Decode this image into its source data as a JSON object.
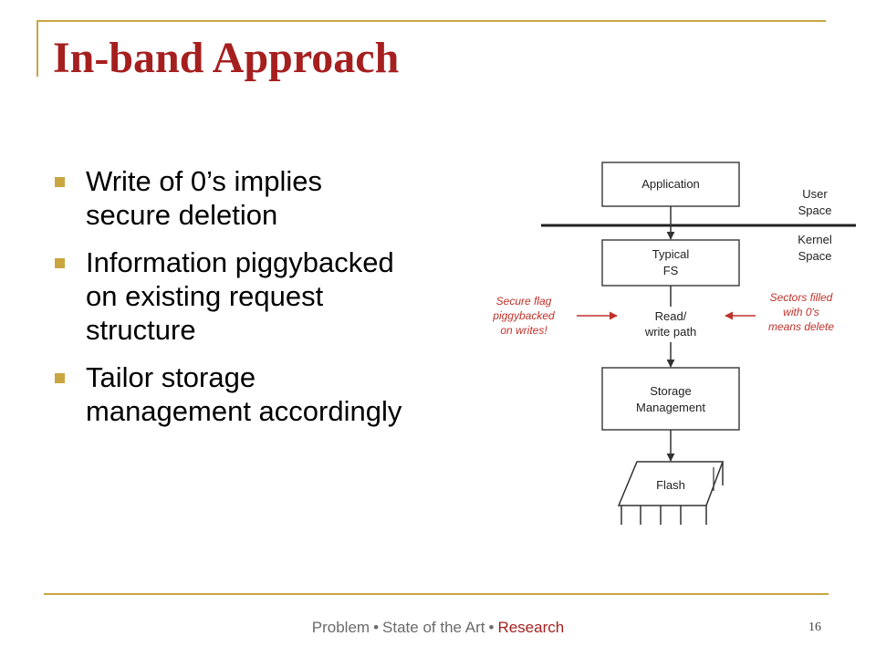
{
  "slide": {
    "title": "In-band Approach",
    "page_number": "16"
  },
  "bullets": [
    {
      "lines": [
        "Write of 0’s implies",
        "secure deletion"
      ]
    },
    {
      "lines": [
        "Information piggybacked",
        "on existing request",
        "structure"
      ]
    },
    {
      "lines": [
        "Tailor storage",
        "management accordingly"
      ]
    }
  ],
  "diagram": {
    "application": "Application",
    "user_space": [
      "User",
      "Space"
    ],
    "kernel_space": [
      "Kernel",
      "Space"
    ],
    "typical_fs": [
      "Typical",
      "FS"
    ],
    "read_write": [
      "Read/",
      "write path"
    ],
    "secure_flag": [
      "Secure flag",
      "piggybacked",
      "on writes!"
    ],
    "sectors_filled": [
      "Sectors filled",
      "with 0's",
      "means delete"
    ],
    "storage_mgmt": [
      "Storage",
      "Management"
    ],
    "flash": "Flash",
    "colors": {
      "annotation": "#c0312a",
      "line": "#333333"
    }
  },
  "footer": {
    "items": [
      "Problem",
      "State of the Art",
      "Research"
    ],
    "separator": "•",
    "active": "Research"
  }
}
